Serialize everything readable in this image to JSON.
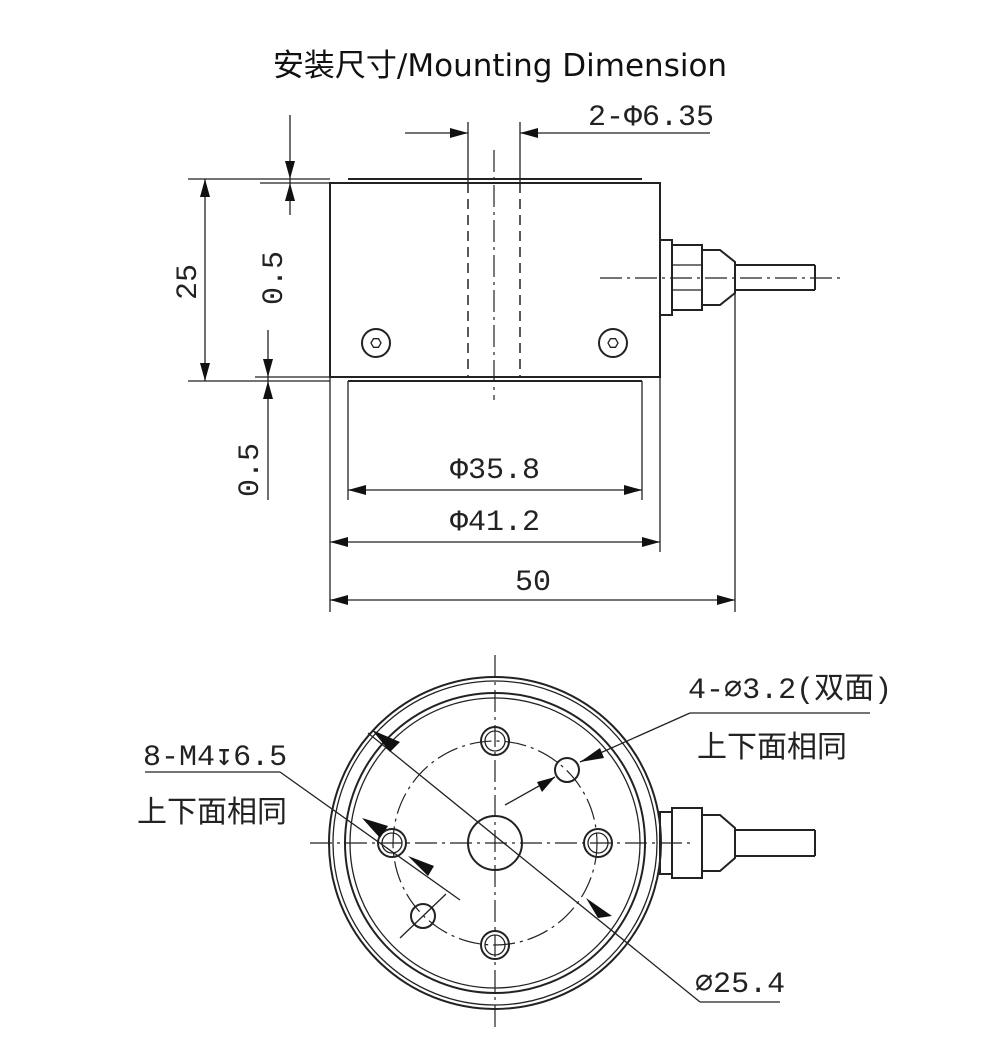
{
  "title": "安装尺寸/Mounting Dimension",
  "side_view": {
    "hole_callout": "2-Φ6.35",
    "height": "25",
    "top_step": "0.5",
    "bottom_step": "0.5",
    "inner_diameter": "Φ35.8",
    "outer_diameter": "Φ41.2",
    "overall_width": "50"
  },
  "top_view": {
    "threaded_holes": "8-M4↧6.5",
    "threaded_holes_note": "上下面相同",
    "through_holes": "4-⌀3.2(双面)",
    "through_holes_note": "上下面相同",
    "bolt_circle": "⌀25.4"
  }
}
